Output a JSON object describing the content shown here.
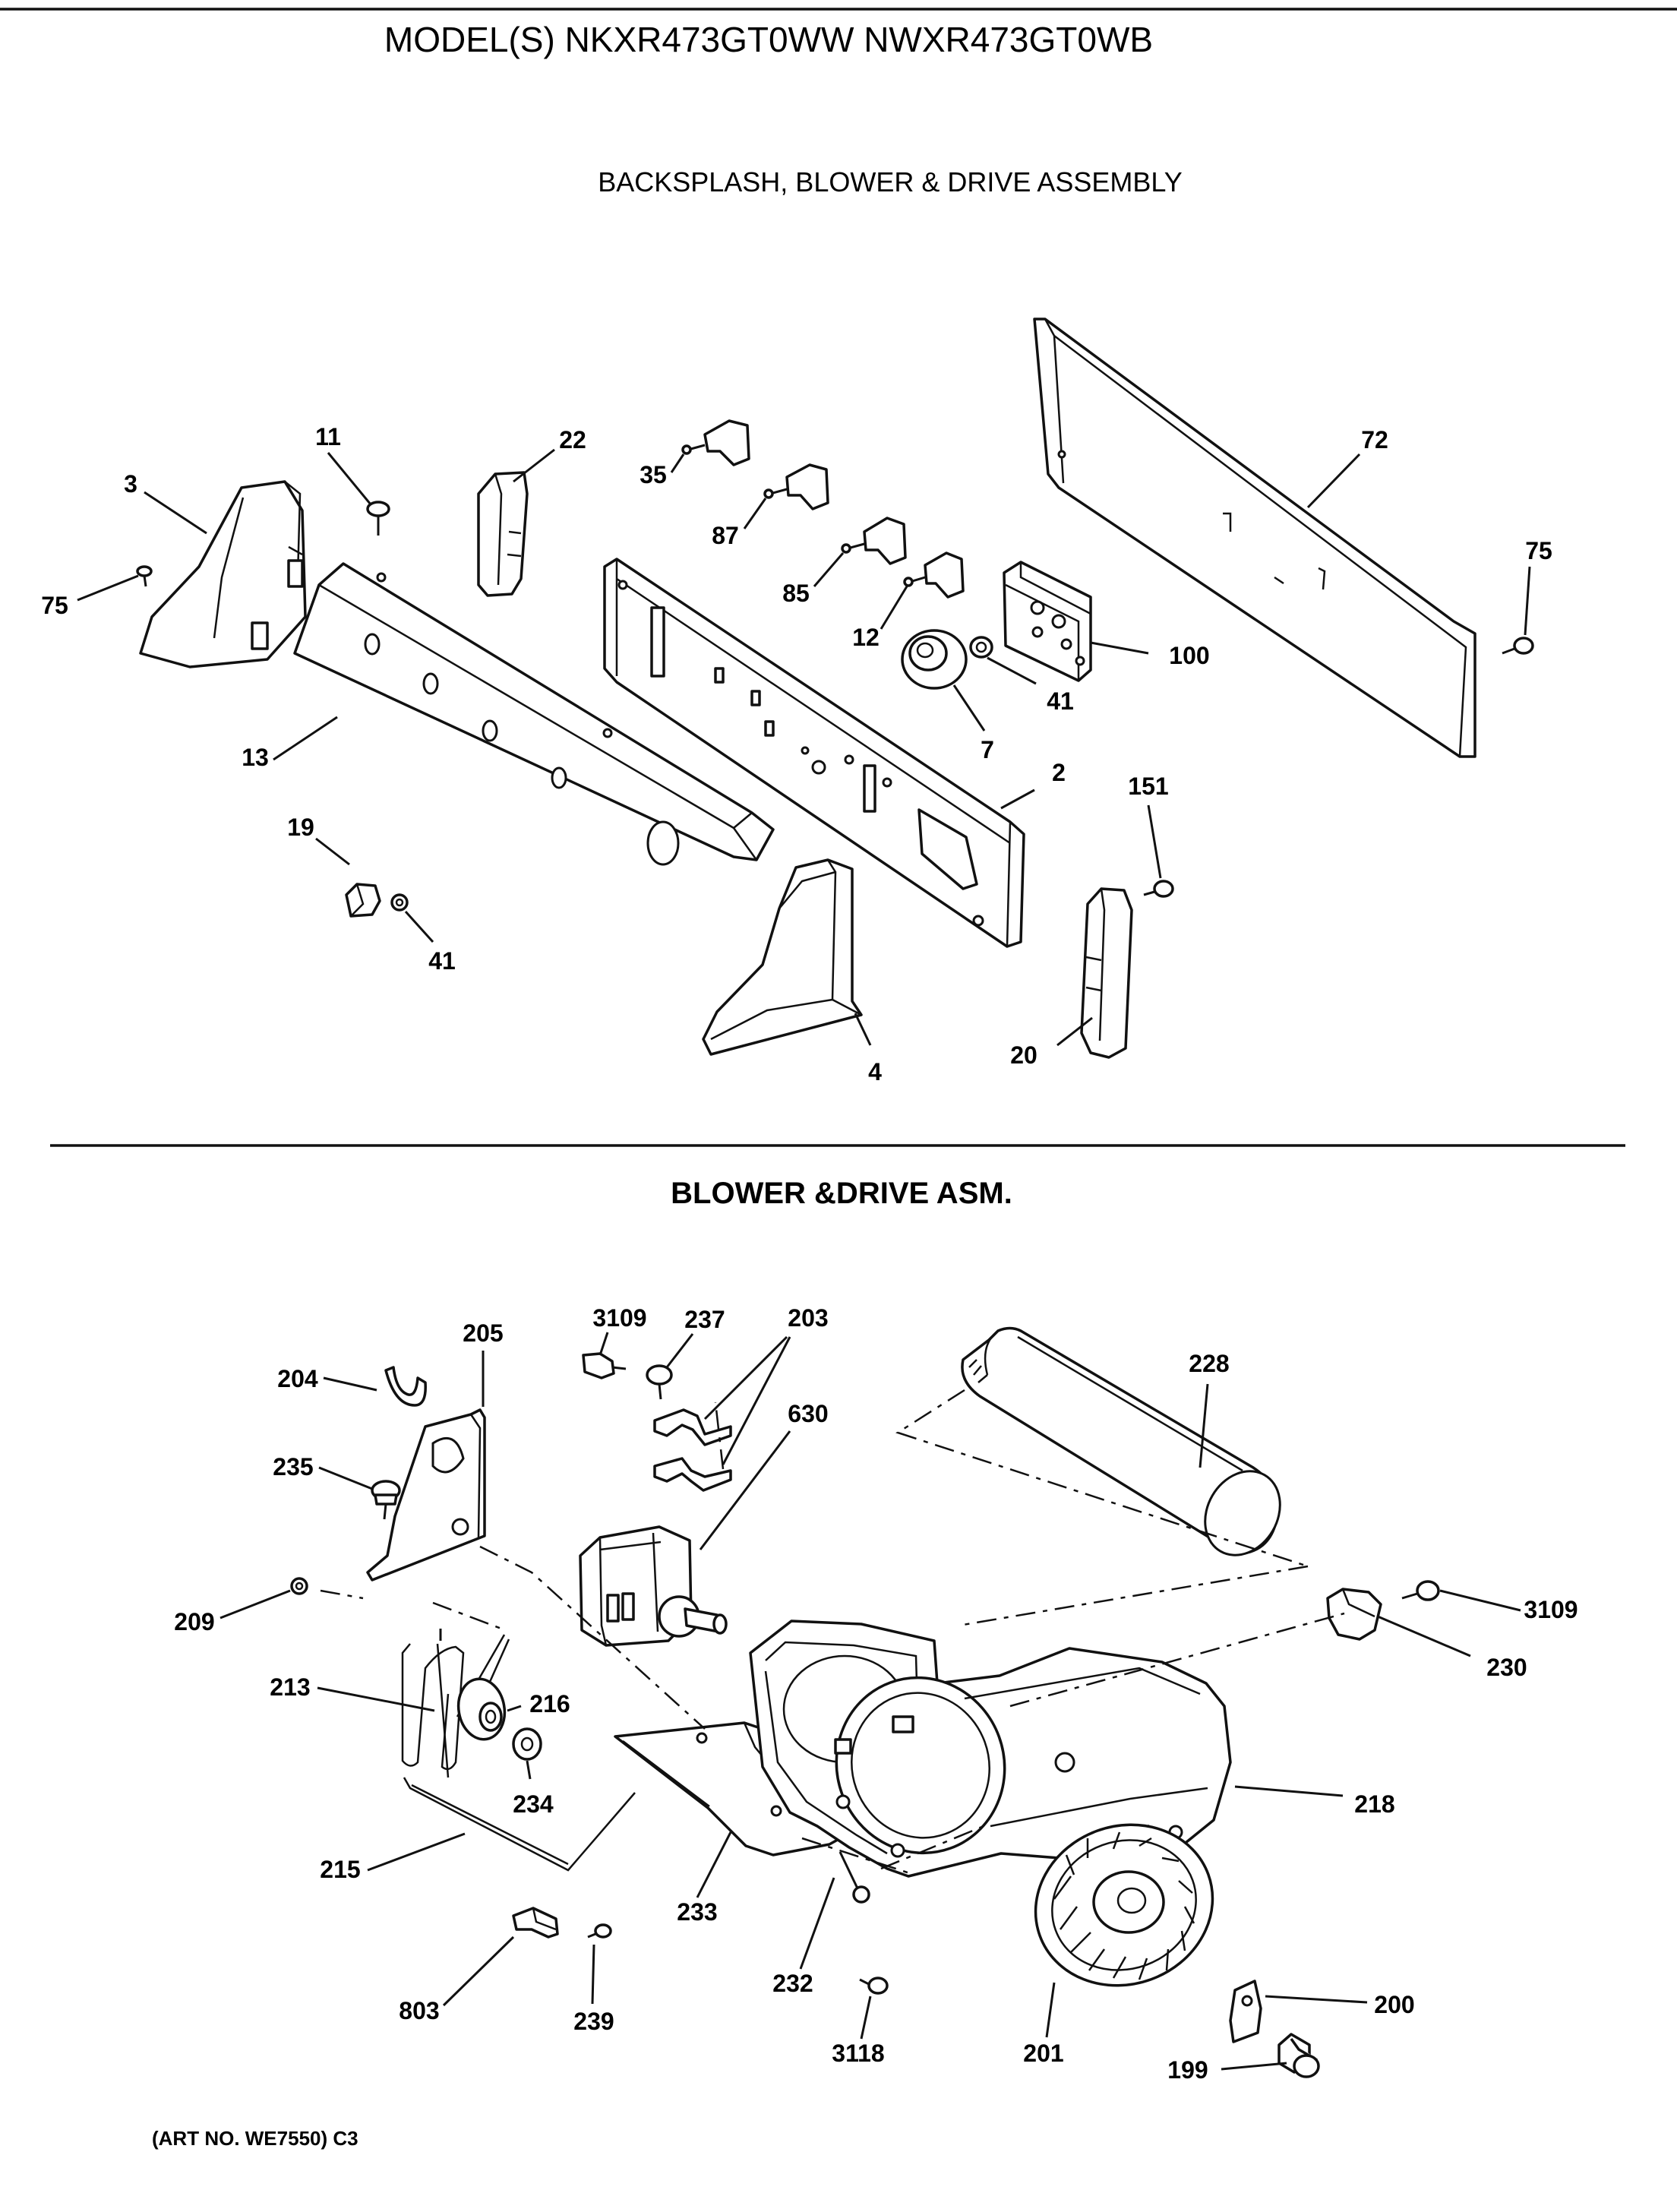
{
  "header": {
    "model_title": "MODEL(S) NKXR473GT0WW  NWXR473GT0WB",
    "section1_title": "BACKSPLASH, BLOWER & DRIVE ASSEMBLY",
    "section2_title": "BLOWER &DRIVE ASM."
  },
  "footer": {
    "art_no": "(ART NO. WE7550) C3"
  },
  "callouts": {
    "c11": "11",
    "c22": "22",
    "c35": "35",
    "c72": "72",
    "c3": "3",
    "c87": "87",
    "c75a": "75",
    "c75b": "75",
    "c85": "85",
    "c12": "12",
    "c100": "100",
    "c41a": "41",
    "c13": "13",
    "c7": "7",
    "c2": "2",
    "c151": "151",
    "c19": "19",
    "c41b": "41",
    "c20": "20",
    "c4": "4",
    "c3109a": "3109",
    "c237": "237",
    "c203": "203",
    "c205": "205",
    "c204": "204",
    "c228": "228",
    "c630": "630",
    "c235": "235",
    "c209": "209",
    "c3109b": "3109",
    "c230": "230",
    "c213": "213",
    "c216": "216",
    "c218": "218",
    "c234": "234",
    "c215": "215",
    "c233": "233",
    "c232": "232",
    "c200": "200",
    "c803": "803",
    "c239": "239",
    "c3118": "3118",
    "c201": "201",
    "c199": "199"
  }
}
